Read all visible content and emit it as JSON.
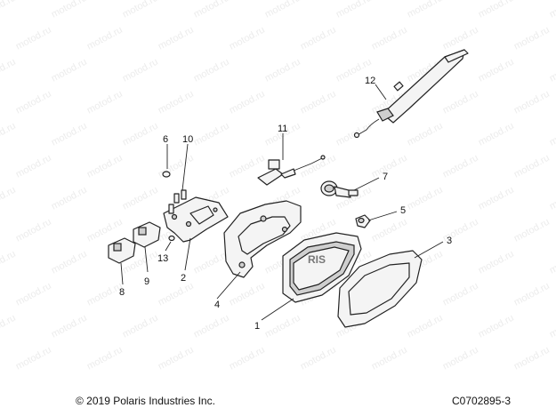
{
  "watermark": "motod.ru",
  "callouts": [
    "1",
    "2",
    "3",
    "4",
    "5",
    "6",
    "7",
    "8",
    "9",
    "10",
    "11",
    "12",
    "13"
  ],
  "footer": {
    "copyright": "© 2019 Polaris Industries Inc.",
    "diagram_id": "C0702895-3"
  },
  "brand_fragment": "RIS"
}
